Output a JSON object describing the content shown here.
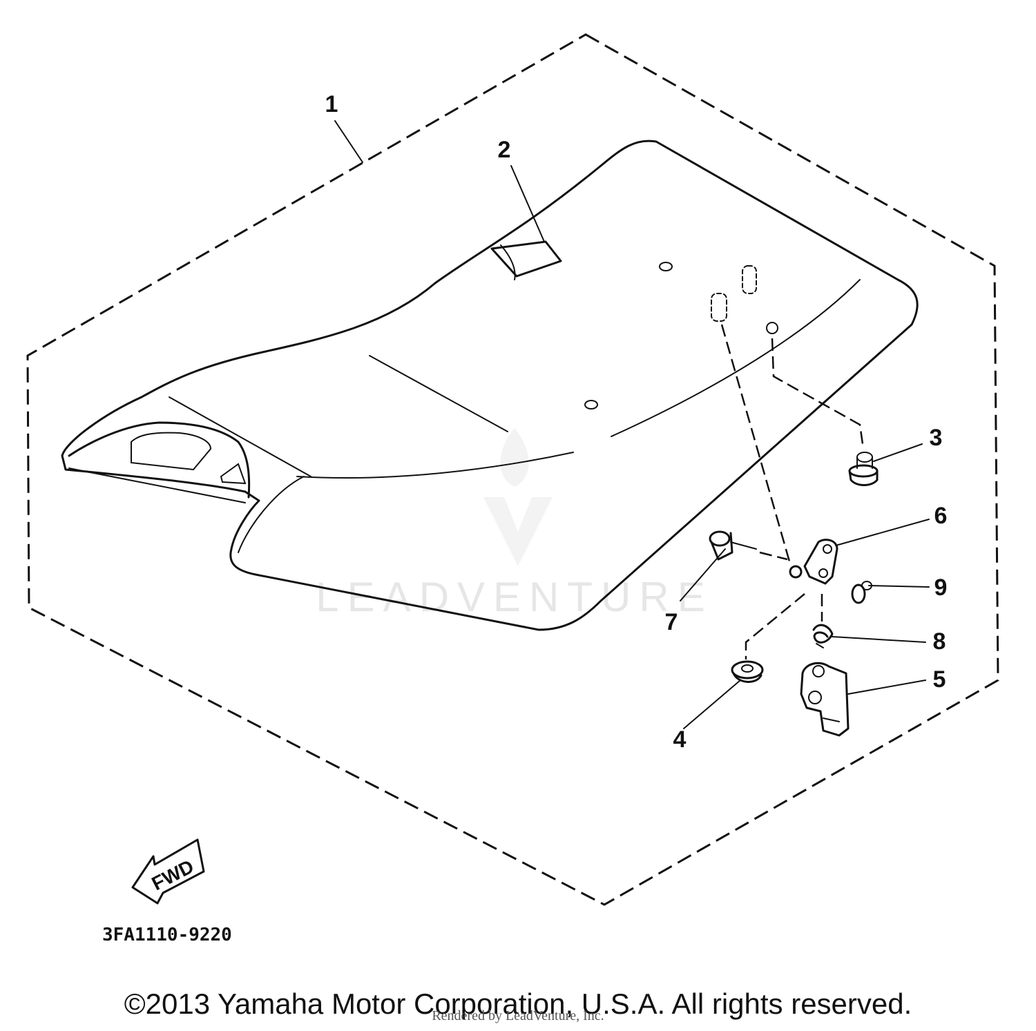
{
  "callouts": {
    "c1": "1",
    "c2": "2",
    "c3": "3",
    "c4": "4",
    "c5": "5",
    "c6": "6",
    "c7": "7",
    "c8": "8",
    "c9": "9"
  },
  "fwd_label": "FWD",
  "diagram_code": "3FA1110-9220",
  "watermark": "LEADVENTURE",
  "copyright": "©2013 Yamaha Motor Corporation, U.S.A. All rights reserved.",
  "rendered_by": "Rendered by LeadVenture, Inc."
}
